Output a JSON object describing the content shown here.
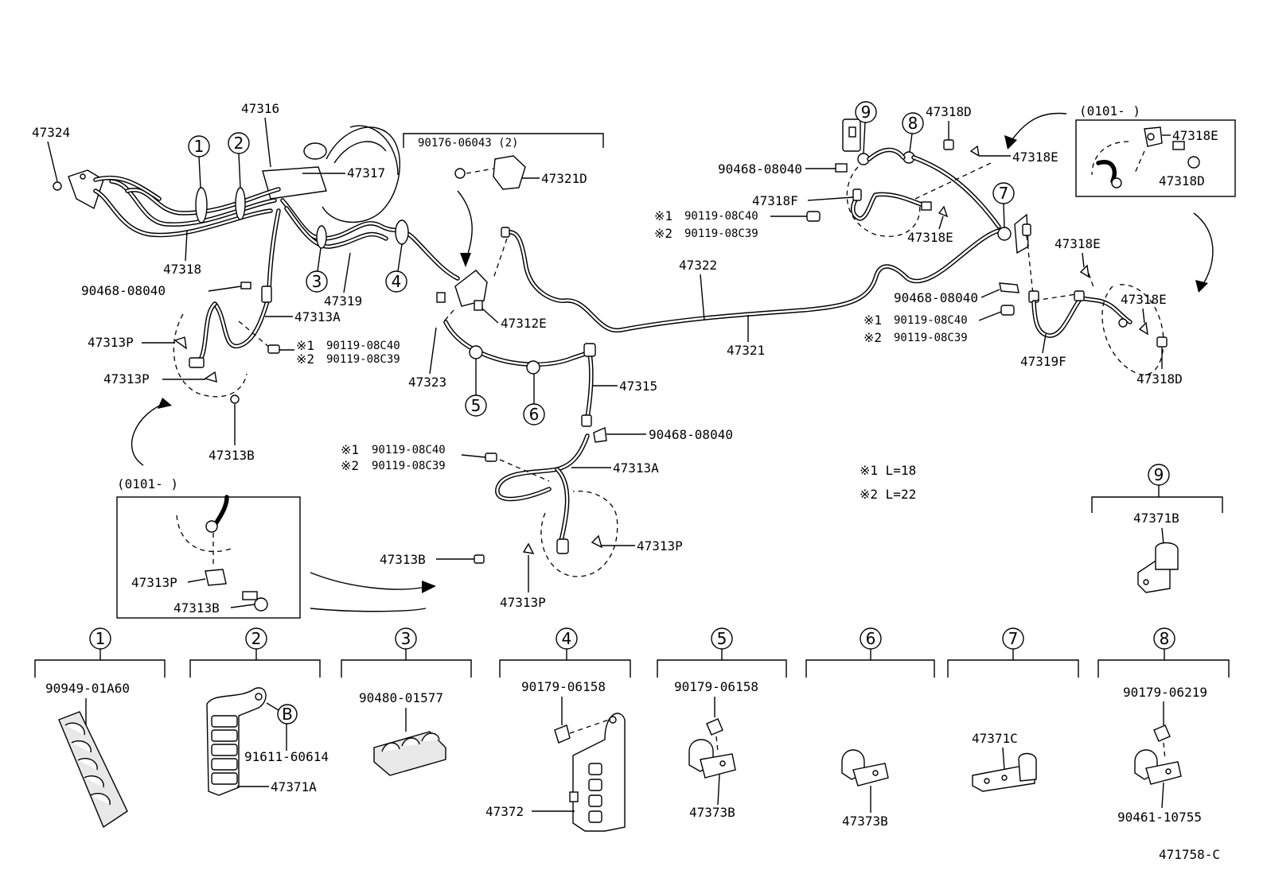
{
  "labels": {
    "p47324": "47324",
    "p47316": "47316",
    "p47317": "47317",
    "p47318": "47318",
    "p47319": "47319",
    "p90468_a": "90468-08040",
    "p47313A_top": "47313A",
    "p47313P_1": "47313P",
    "p47313P_2": "47313P",
    "bolt1_top": "90119-08C40",
    "bolt2_top": "90119-08C39",
    "p47313B_left": "47313B",
    "p90176": "90176-06043 (2)",
    "p47321D": "47321D",
    "p47312E": "47312E",
    "p47323": "47323",
    "p47315": "47315",
    "p47322": "47322",
    "p47321": "47321",
    "p90468_b": "90468-08040",
    "bolt1_mid": "90119-08C40",
    "bolt2_mid": "90119-08C39",
    "p47313A_mid": "47313A",
    "p47313B_mid": "47313B",
    "p47313P_mid1": "47313P",
    "p47313P_mid2": "47313P",
    "p90468_c": "90468-08040",
    "p47318F": "47318F",
    "bolt1_rt": "90119-08C40",
    "bolt2_rt": "90119-08C39",
    "p47318E_a": "47318E",
    "p47318D_a": "47318D",
    "p47318E_b": "47318E",
    "p90468_d": "90468-08040",
    "bolt1_rr": "90119-08C40",
    "bolt2_rr": "90119-08C39",
    "p47319F": "47319F",
    "p47318E_c": "47318E",
    "p47318E_d": "47318E",
    "p47318D_b": "47318D",
    "inset_rt_code": "(0101-      )",
    "inset_rt_E": "47318E",
    "inset_rt_D": "47318D",
    "inset_lt_code": "(0101-      )",
    "inset_lt_P": "47313P",
    "inset_lt_B": "47313B",
    "note1": "※1  L=18",
    "note2": "※2  L=22",
    "mark1": "※1",
    "mark2": "※2",
    "diagram_id": "471758-C"
  },
  "callouts": [
    "1",
    "2",
    "3",
    "4",
    "5",
    "6",
    "7",
    "8",
    "9",
    "B"
  ],
  "details": {
    "d1": {
      "num": "1",
      "part": "90949-01A60"
    },
    "d2": {
      "num": "2",
      "part_a": "91611-60614",
      "part_b": "47371A",
      "ref": "B"
    },
    "d3": {
      "num": "3",
      "part": "90480-01577"
    },
    "d4": {
      "num": "4",
      "part_a": "90179-06158",
      "part_b": "47372"
    },
    "d5": {
      "num": "5",
      "part_a": "90179-06158",
      "part_b": "47373B"
    },
    "d6": {
      "num": "6",
      "part": "47373B"
    },
    "d7": {
      "num": "7",
      "part": "47371C"
    },
    "d8": {
      "num": "8",
      "part_a": "90179-06219",
      "part_b": "90461-10755"
    },
    "d9": {
      "num": "9",
      "part": "47371B"
    }
  }
}
